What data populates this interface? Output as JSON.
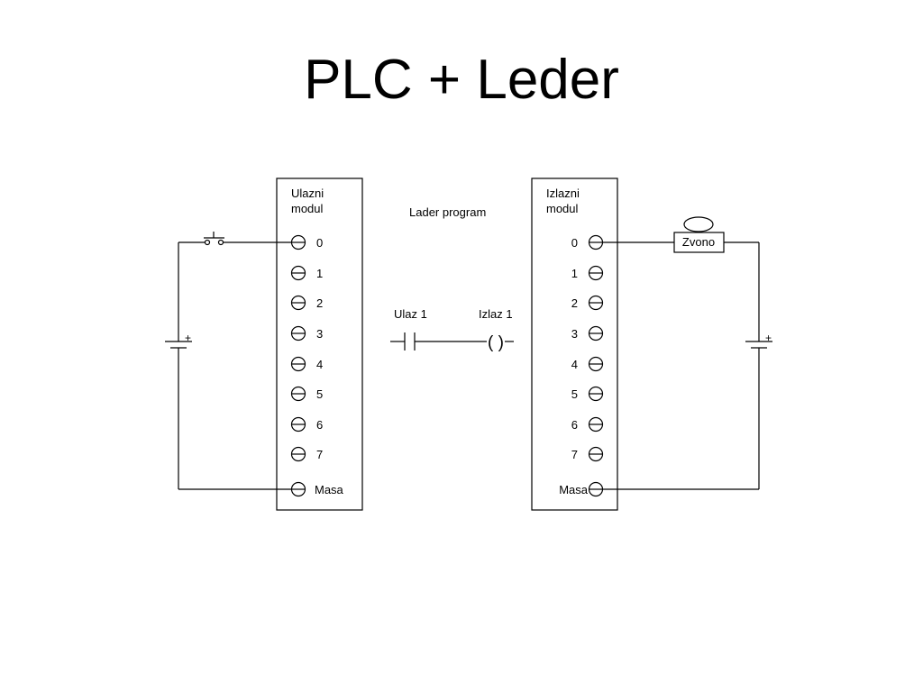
{
  "title": "PLC + Leder",
  "input_module": {
    "label_line1": "Ulazni",
    "label_line2": "modul",
    "terminals": [
      "0",
      "1",
      "2",
      "3",
      "4",
      "5",
      "6",
      "7"
    ],
    "ground_label": "Masa"
  },
  "output_module": {
    "label_line1": "Izlazni",
    "label_line2": "modul",
    "terminals": [
      "0",
      "1",
      "2",
      "3",
      "4",
      "5",
      "6",
      "7"
    ],
    "ground_label": "Masa"
  },
  "ladder": {
    "title": "Lader program",
    "contact_label": "Ulaz 1",
    "coil_label": "Izlaz 1",
    "coil_symbol": "( )"
  },
  "bell": {
    "label": "Zvono"
  },
  "battery": {
    "polarity_symbol": "+"
  },
  "colors": {
    "line": "#000000",
    "background": "#ffffff"
  }
}
